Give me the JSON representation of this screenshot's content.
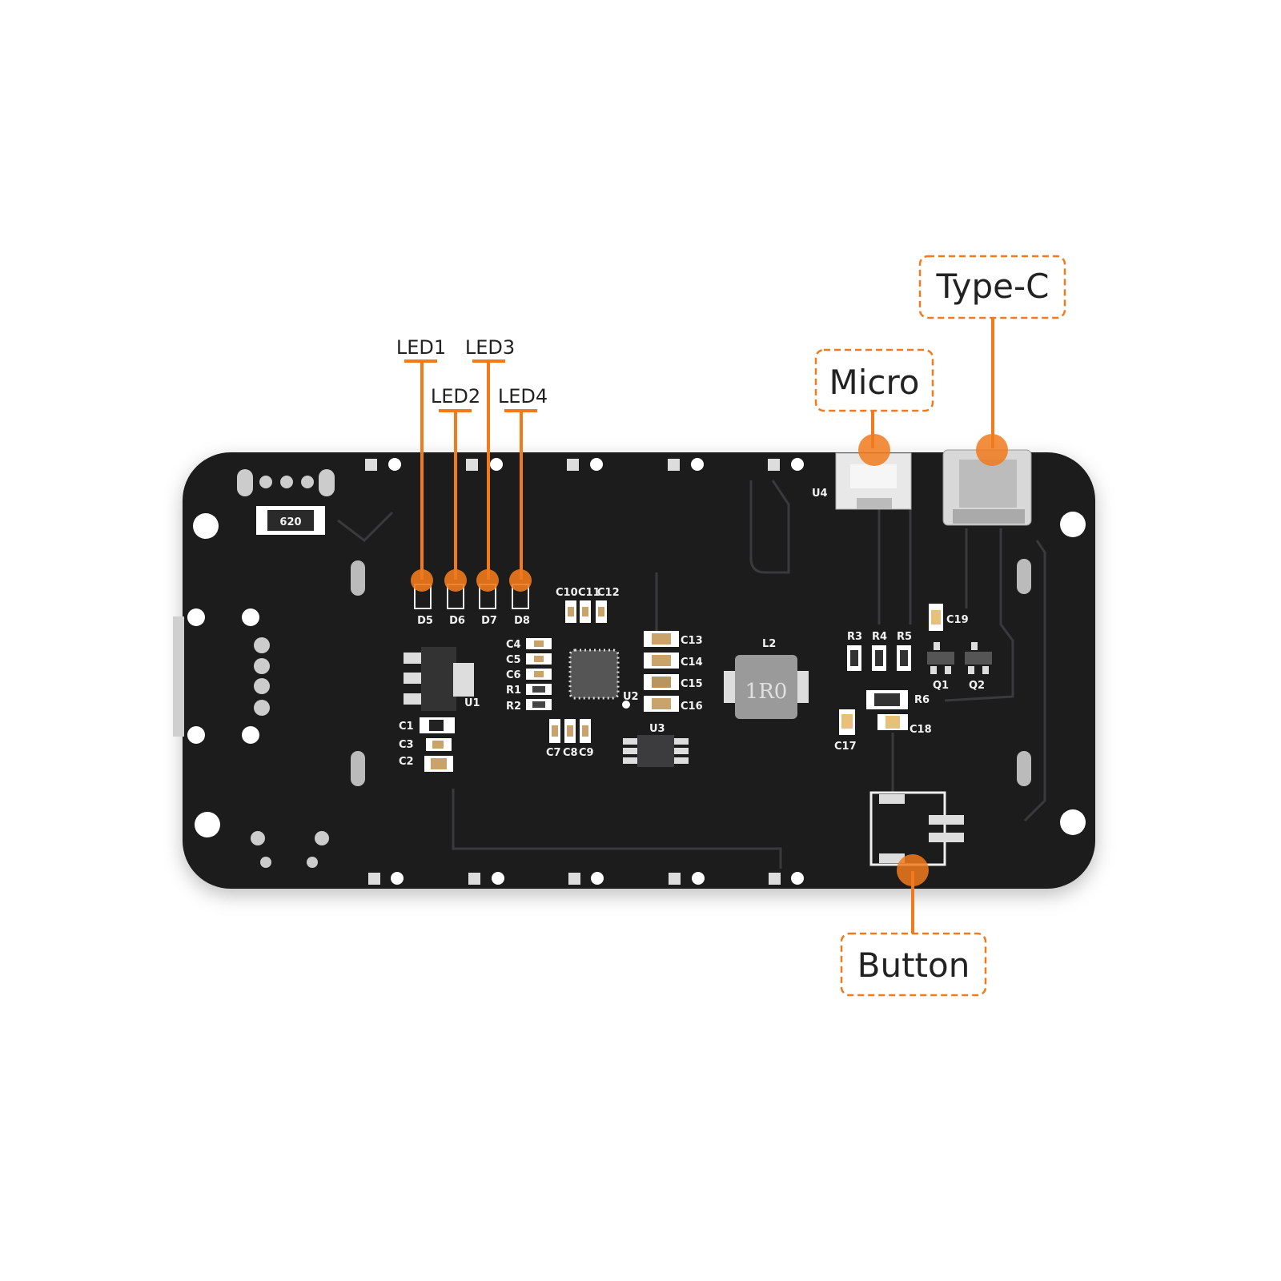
{
  "callouts": {
    "led1": "LED1",
    "led2": "LED2",
    "led3": "LED3",
    "led4": "LED4",
    "micro": "Micro",
    "type_c": "Type-C",
    "button": "Button"
  },
  "silkscreen": {
    "d5": "D5",
    "d6": "D6",
    "d7": "D7",
    "d8": "D8",
    "c10": "C10",
    "c11": "C11",
    "c12": "C12",
    "c4": "C4",
    "c5": "C5",
    "c6": "C6",
    "r1": "R1",
    "r2": "R2",
    "c13": "C13",
    "c14": "C14",
    "c15": "C15",
    "c16": "C16",
    "u1": "U1",
    "u2": "U2",
    "u3": "U3",
    "u4": "U4",
    "c1": "C1",
    "c3": "C3",
    "c2": "C2",
    "c7": "C7",
    "c8": "C8",
    "c9": "C9",
    "l2": "L2",
    "inductor_marking": "1R0",
    "r3": "R3",
    "r4": "R4",
    "r5": "R5",
    "r6": "R6",
    "c17": "C17",
    "c18": "C18",
    "c19": "C19",
    "q1": "Q1",
    "q2": "Q2",
    "resistor_marking": "620"
  },
  "colors": {
    "accent": "#f07a1c",
    "board": "#1c1b1d"
  }
}
